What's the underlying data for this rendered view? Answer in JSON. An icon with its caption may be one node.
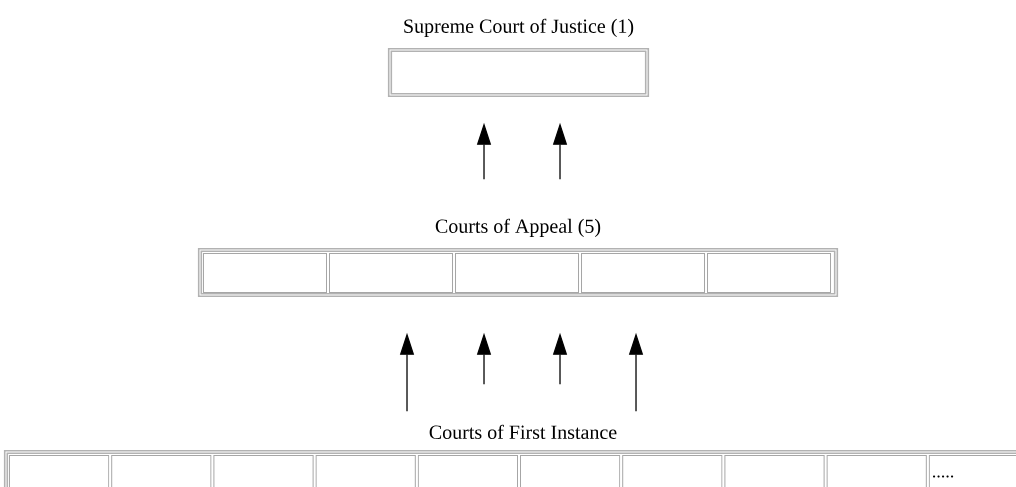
{
  "diagram": {
    "nodes": [
      {
        "text": [
          "Supreme Court of Justice (1)"
        ]
      },
      {
        "text": [
          "Courts of Appeal (5)"
        ]
      },
      {
        "text": [],
        "shape": "box",
        "in": 1
      },
      {
        "text": [],
        "shape": "box",
        "in": 1
      },
      {
        "text": [],
        "shape": "box",
        "in": 1
      },
      {
        "text": [],
        "shape": "box",
        "in": 1
      },
      {
        "text": [],
        "shape": "box",
        "in": 1
      },
      {
        "text": [
          "Courts of First Instance"
        ]
      },
      {
        "text": [],
        "shape": "box",
        "in": 7
      },
      {
        "text": [],
        "shape": "box",
        "in": 7
      },
      {
        "text": [],
        "shape": "box",
        "in": 7
      },
      {
        "text": [],
        "shape": "box",
        "in": 7
      },
      {
        "text": [],
        "shape": "box",
        "in": 7
      },
      {
        "text": [],
        "shape": "box",
        "in": 7
      },
      {
        "text": [],
        "shape": "box",
        "in": 7
      },
      {
        "text": [],
        "shape": "box",
        "in": 7
      },
      {
        "text": [],
        "shape": "box",
        "in": 7
      },
      {
        "text": [
          "....."
        ],
        "in": 7
      }
    ],
    "edges": [
      {
        "from": 1,
        "to": 0,
        "arrow": "to"
      },
      {
        "from": 1,
        "to": 0,
        "arrow": "to"
      },
      {
        "from": 7,
        "to": 1,
        "arrow": "to"
      },
      {
        "from": 7,
        "to": 1,
        "arrow": "to"
      },
      {
        "from": 7,
        "to": 1,
        "arrow": "to"
      },
      {
        "from": 7,
        "to": 1,
        "arrow": "to"
      }
    ]
  }
}
